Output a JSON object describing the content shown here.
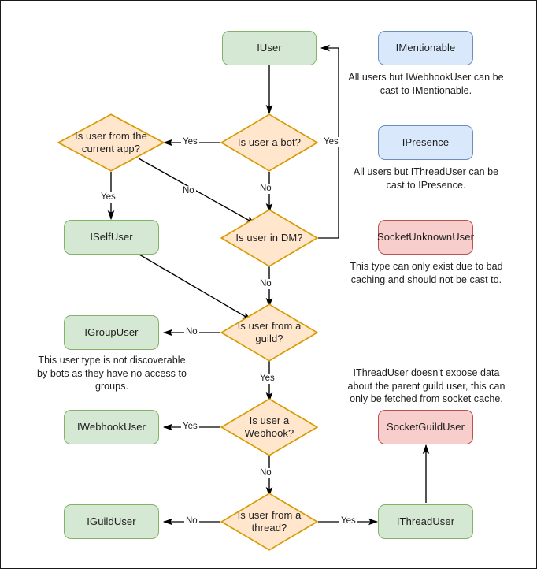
{
  "diagram": {
    "title": "Discord.Net user type decision flowchart",
    "colors": {
      "interface_fill": "#d5e8d4",
      "interface_border": "#82b366",
      "decision_fill": "#ffe6cc",
      "decision_border": "#d79b00",
      "optional_fill": "#dae8fc",
      "optional_border": "#6c8ebf",
      "warning_fill": "#f8cecc",
      "warning_border": "#b85450",
      "edge": "#000000",
      "canvas_border": "#1a1a1a"
    }
  },
  "nodes": {
    "iuser": "IUser",
    "is_user_a_bot": "Is user a bot?",
    "is_user_from_the_current_app": "Is user from the\ncurrent app?",
    "iselfuser": "ISelfUser",
    "is_user_in_dm": "Is user in DM?",
    "igroupuser": "IGroupUser",
    "is_user_from_a_guild": "Is user from a\nguild?",
    "iwebhookuser": "IWebhookUser",
    "is_user_a_webhook": "Is user a\nWebhook?",
    "iguilduser": "IGuildUser",
    "is_user_from_a_thread": "Is user from a\nthread?",
    "ithreaduser": "IThreadUser",
    "imentionable": "IMentionable",
    "ipresence": "IPresence",
    "socketunknownuser": "SocketUnknownUser",
    "socketguilduser": "SocketGuildUser"
  },
  "edge_labels": {
    "bot_yes": "Yes",
    "bot_no": "No",
    "dm_yes": "Yes",
    "dm_no": "No",
    "current_app_yes": "Yes",
    "current_app_no": "No",
    "guild_no": "No",
    "guild_yes": "Yes",
    "webhook_yes": "Yes",
    "webhook_no": "No",
    "thread_no": "No",
    "thread_yes": "Yes"
  },
  "notes": {
    "imentionable": "All users but IWebhookUser can be cast to IMentionable.",
    "ipresence": "All users but IThreadUser can be cast to IPresence.",
    "socketunknownuser": "This type can only exist due to bad caching and should not be cast to.",
    "igroupuser": "This user type is not discoverable by bots as they have no access to groups.",
    "socketguilduser": "IThreadUser doesn't expose data about the parent guild user, this can only be fetched from socket cache."
  }
}
